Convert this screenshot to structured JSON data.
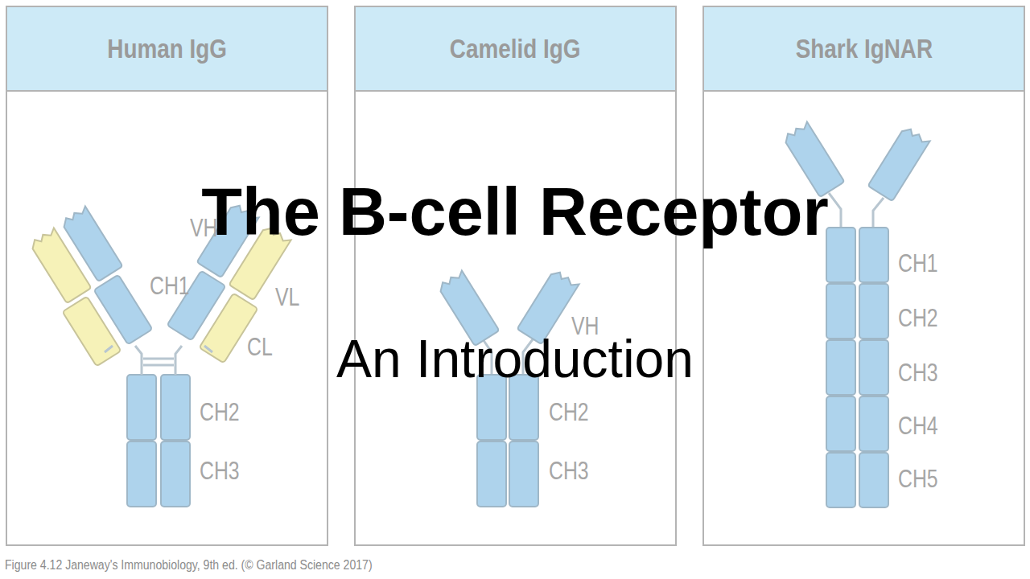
{
  "diagram": {
    "title": "The B-cell Receptor",
    "caption": "Figure 4.12 Janeway's Immunobiology, 9th ed. (© Garland Science 2017)",
    "nodes": [
      {
        "text": [
          "Human IgG"
        ]
      },
      {
        "text": [
          "Camelid IgG"
        ]
      },
      {
        "text": [
          "Shark IgNAR"
        ]
      }
    ],
    "labels": [
      "VH",
      "CH1",
      "VL",
      "CL",
      "CH2",
      "CH3",
      "VH",
      "CH2",
      "CH3",
      "CH1",
      "CH2",
      "CH3",
      "CH4",
      "CH5",
      "An Introduction"
    ]
  }
}
